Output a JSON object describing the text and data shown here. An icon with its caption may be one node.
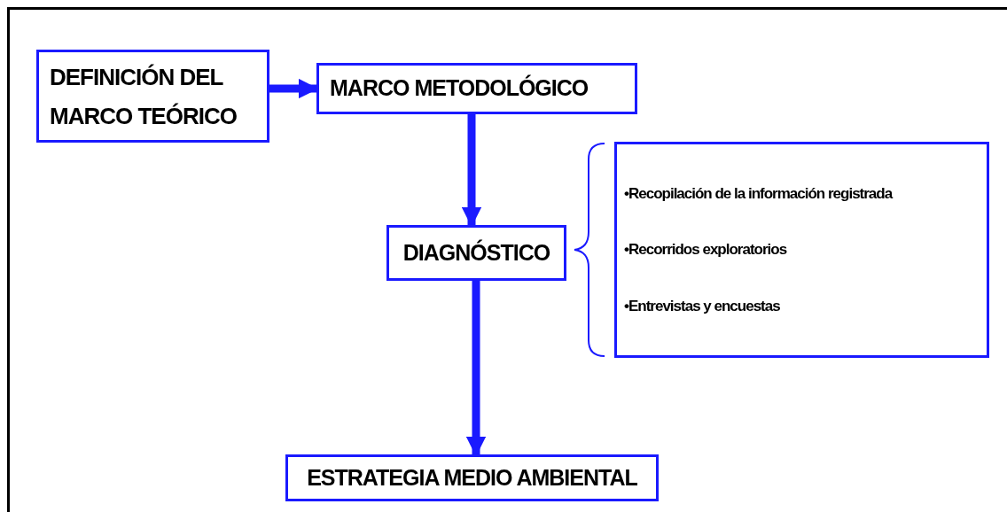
{
  "diagram": {
    "nodes": [
      {
        "text": [
          "DEFINICIÓN DEL MARCO TEÓRICO"
        ]
      },
      {
        "text": [
          "MARCO METODOLÓGICO"
        ]
      },
      {
        "text": [
          "DIAGNÓSTICO"
        ]
      },
      {
        "text": [
          "•Recopilación de la información registrada",
          "•Recorridos exploratorios",
          "•Entrevistas y encuestas"
        ]
      },
      {
        "text": [
          "ESTRATEGIA MEDIO AMBIENTAL"
        ]
      }
    ],
    "edges": [
      {
        "from": 0,
        "to": 1,
        "arrow": "to"
      },
      {
        "from": 1,
        "to": 2,
        "arrow": "to"
      },
      {
        "from": 2,
        "to": 4,
        "arrow": "to"
      }
    ]
  }
}
